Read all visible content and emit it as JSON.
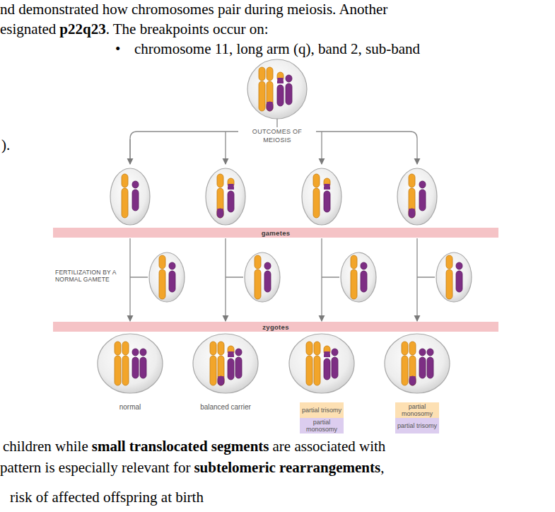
{
  "diagram": {
    "nodes": [
      {
        "text": [
          "gametes"
        ]
      },
      {
        "text": [
          "zygotes"
        ]
      },
      {
        "text": [
          "partial trisomy"
        ]
      },
      {
        "text": [
          "partial monosomy"
        ]
      },
      {
        "text": [
          "partial monosomy"
        ]
      },
      {
        "text": [
          "partial trisomy"
        ]
      }
    ],
    "edges": [
      {
        "from": 0,
        "to": 1,
        "arrow": "to"
      },
      {
        "from": 0,
        "to": 1,
        "arrow": "to"
      },
      {
        "from": 0,
        "to": 1,
        "arrow": "to"
      },
      {
        "from": 0,
        "to": 1,
        "arrow": "to"
      }
    ],
    "labels": [
      "nd demonstrated how chromosomes pair during meiosis. Another",
      "esignated",
      "p22q23",
      ". The breakpoints occur on:",
      "•",
      "chromosome 11, long arm (q), band 2, sub-band",
      ").",
      "OUTCOMES OF MEIOSIS",
      "FERTILIZATION BY A NORMAL GAMETE",
      "normal",
      "balanced carrier",
      "children while",
      "small translocated segments",
      "are associated with",
      "pattern is especially relevant for",
      "subtelomeric rearrangements",
      ",",
      "risk of affected offspring at birth"
    ]
  }
}
